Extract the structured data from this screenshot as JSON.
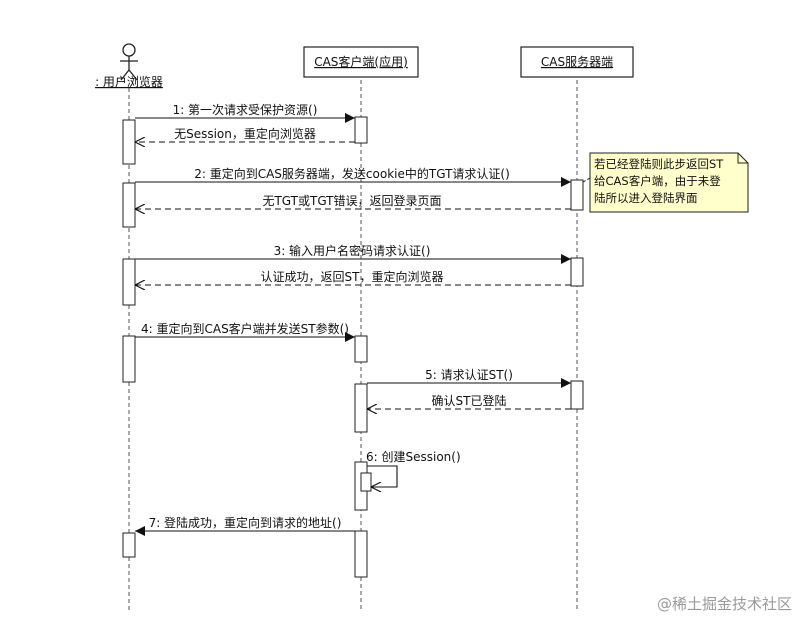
{
  "participants": [
    {
      "id": "user",
      "label": ": 用户浏览器"
    },
    {
      "id": "client",
      "label": "CAS客户端(应用)"
    },
    {
      "id": "server",
      "label": "CAS服务器端"
    }
  ],
  "messages": [
    {
      "label": "1: 第一次请求受保护资源()",
      "dashed": false
    },
    {
      "label": "无Session，重定向浏览器",
      "dashed": true
    },
    {
      "label": "2: 重定向到CAS服务器端，发送cookie中的TGT请求认证()",
      "dashed": false
    },
    {
      "label": "无TGT或TGT错误，返回登录页面",
      "dashed": true
    },
    {
      "label": "3: 输入用户名密码请求认证()",
      "dashed": false
    },
    {
      "label": "认证成功，返回ST，重定向浏览器",
      "dashed": true
    },
    {
      "label": "4: 重定向到CAS客户端并发送ST参数()",
      "dashed": false
    },
    {
      "label": "5: 请求认证ST()",
      "dashed": false
    },
    {
      "label": "确认ST已登陆",
      "dashed": true
    },
    {
      "label": "6: 创建Session()",
      "dashed": false
    },
    {
      "label": "7: 登陆成功，重定向到请求的地址()",
      "dashed": false
    }
  ],
  "note": {
    "lines": [
      "若已经登陆则此步返回ST",
      "给CAS客户端，由于未登",
      "陆所以进入登陆界面"
    ],
    "fill": "#ffffcc"
  },
  "watermark": "@稀土掘金技术社区",
  "colors": {
    "line": "#222222",
    "lifeline": "#555555",
    "note_fill": "#ffffcc"
  }
}
